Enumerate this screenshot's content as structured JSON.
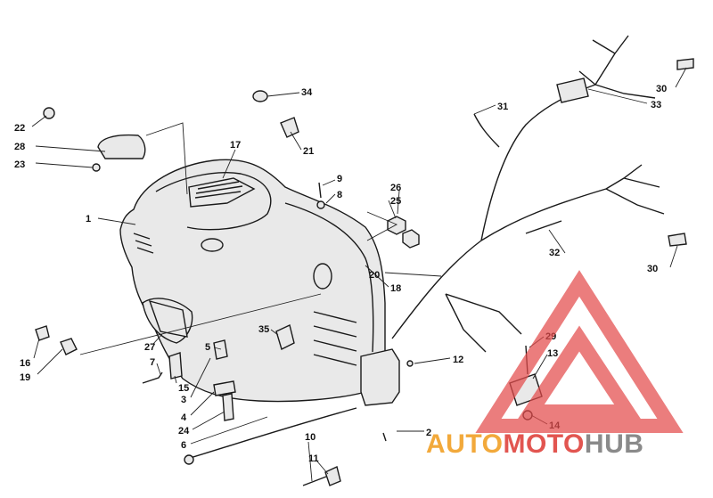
{
  "diagram": {
    "callouts": [
      {
        "id": "1",
        "label": "1"
      },
      {
        "id": "2",
        "label": "2"
      },
      {
        "id": "3",
        "label": "3"
      },
      {
        "id": "4",
        "label": "4"
      },
      {
        "id": "5",
        "label": "5"
      },
      {
        "id": "6",
        "label": "6"
      },
      {
        "id": "7",
        "label": "7"
      },
      {
        "id": "8",
        "label": "8"
      },
      {
        "id": "9",
        "label": "9"
      },
      {
        "id": "10",
        "label": "10"
      },
      {
        "id": "11",
        "label": "11"
      },
      {
        "id": "12",
        "label": "12"
      },
      {
        "id": "13",
        "label": "13"
      },
      {
        "id": "14",
        "label": "14"
      },
      {
        "id": "15",
        "label": "15"
      },
      {
        "id": "16",
        "label": "16"
      },
      {
        "id": "17",
        "label": "17"
      },
      {
        "id": "18",
        "label": "18"
      },
      {
        "id": "19",
        "label": "19"
      },
      {
        "id": "20",
        "label": "20"
      },
      {
        "id": "21",
        "label": "21"
      },
      {
        "id": "22",
        "label": "22"
      },
      {
        "id": "23",
        "label": "23"
      },
      {
        "id": "24",
        "label": "24"
      },
      {
        "id": "25",
        "label": "25"
      },
      {
        "id": "26",
        "label": "26"
      },
      {
        "id": "27",
        "label": "27"
      },
      {
        "id": "28",
        "label": "28"
      },
      {
        "id": "29",
        "label": "29"
      },
      {
        "id": "30a",
        "label": "30"
      },
      {
        "id": "30b",
        "label": "30"
      },
      {
        "id": "31",
        "label": "31"
      },
      {
        "id": "32",
        "label": "32"
      },
      {
        "id": "33",
        "label": "33"
      },
      {
        "id": "34",
        "label": "34"
      },
      {
        "id": "35",
        "label": "35"
      }
    ]
  },
  "watermark": {
    "part1": "AUTO",
    "part2": "MOTO",
    "part3": "HUB",
    "colors": {
      "part1": "#f2a93b",
      "part2": "#e25550",
      "part3": "#8a8a8a",
      "triangle": "#e34b4b"
    }
  }
}
